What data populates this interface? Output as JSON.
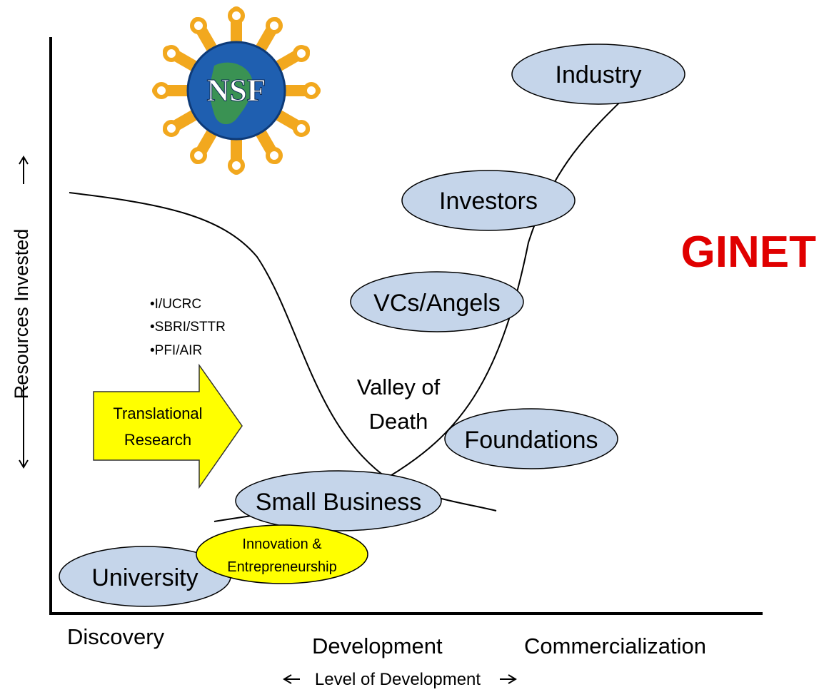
{
  "logo": {
    "text": "NSF"
  },
  "brand": {
    "text": "GINET",
    "color": "#e00000"
  },
  "axes": {
    "y_label": "Resources Invested",
    "x_label": "Level of Development",
    "x_ticks": [
      "Discovery",
      "Development",
      "Commercialization"
    ]
  },
  "programs": [
    "•I/UCRC",
    "•SBRI/STTR",
    "•PFI/AIR"
  ],
  "arrow": {
    "line1": "Translational",
    "line2": "Research"
  },
  "valley": {
    "line1": "Valley of",
    "line2": "Death"
  },
  "stages": {
    "industry": "Industry",
    "investors": "Investors",
    "vcs": "VCs/Angels",
    "foundations": "Foundations",
    "small_business": "Small Business",
    "university": "University"
  },
  "innovation": {
    "line1": "Innovation &",
    "line2": "Entrepreneurship"
  },
  "colors": {
    "stage_fill": "#c5d5ea",
    "highlight_fill": "#ffff00",
    "logo_gold": "#f2a81e",
    "globe_blue": "#1f5fb0"
  }
}
